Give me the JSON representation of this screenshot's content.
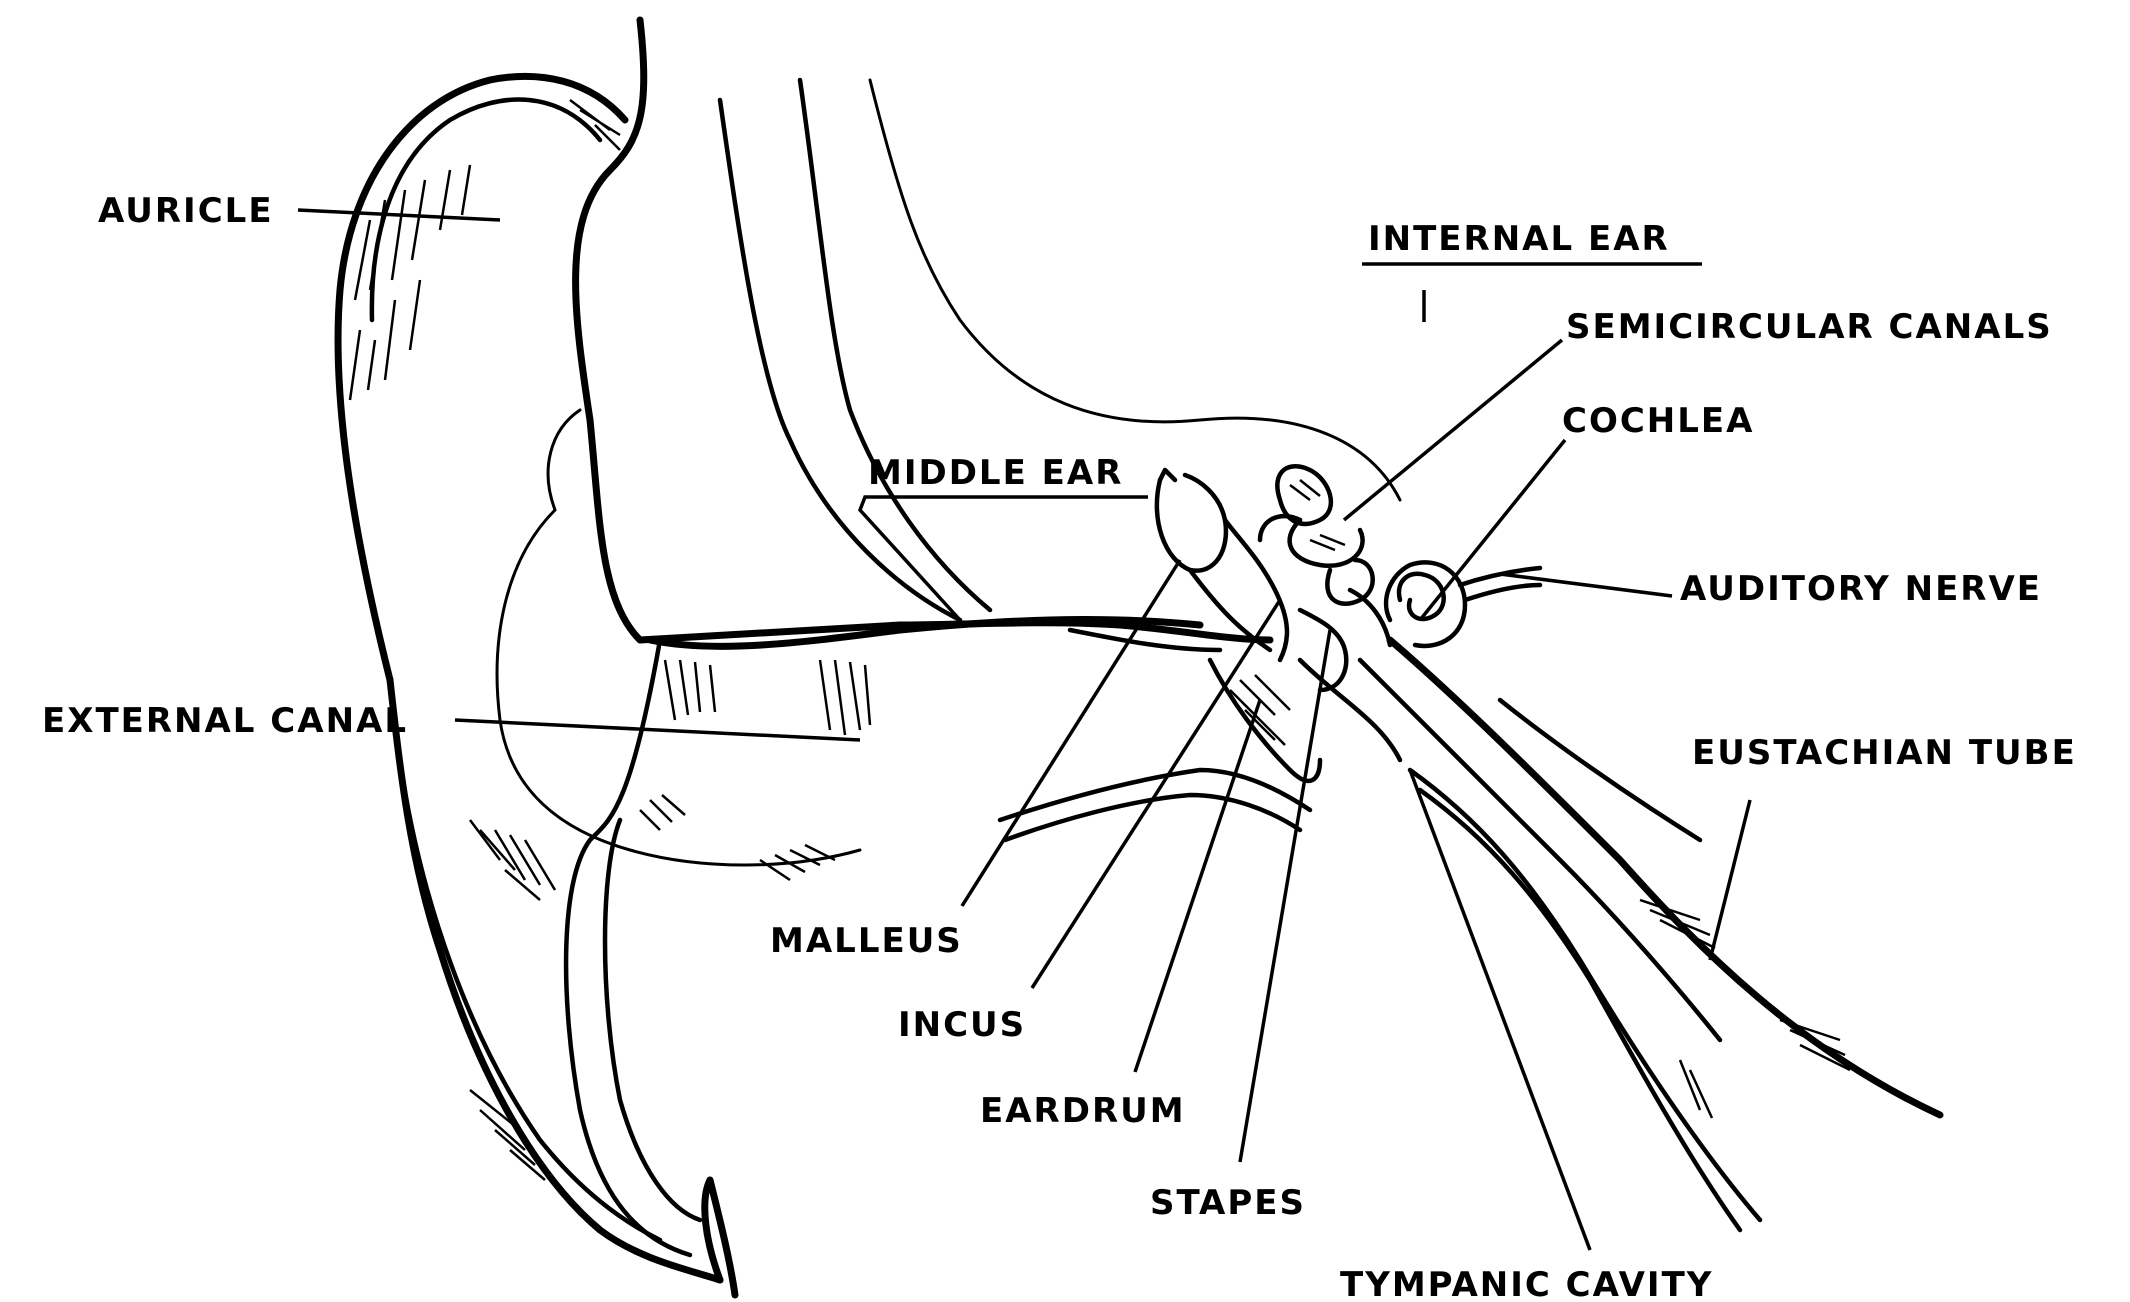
{
  "labels": {
    "auricle": "AURICLE",
    "external_canal": "EXTERNAL CANAL",
    "middle_ear": "MIDDLE EAR",
    "internal_ear": "INTERNAL EAR",
    "semicircular_canals": "SEMICIRCULAR CANALS",
    "cochlea": "COCHLEA",
    "auditory_nerve": "AUDITORY NERVE",
    "eustachian_tube": "EUSTACHIAN TUBE",
    "malleus": "MALLEUS",
    "incus": "INCUS",
    "eardrum": "EARDRUM",
    "stapes": "STAPES",
    "tympanic_cavity": "TYMPANIC CAVITY"
  },
  "colors": {
    "ink": "#000000",
    "paper": "#ffffff"
  }
}
